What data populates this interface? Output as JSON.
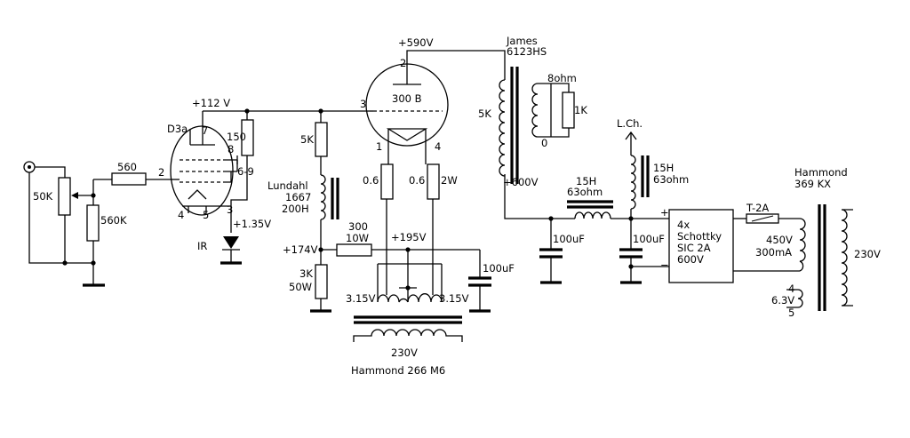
{
  "labels": {
    "v590": "+590V",
    "james": "James",
    "james_model": "6123HS",
    "ohm8": "8ohm",
    "k1": "1K",
    "zero": "0",
    "k5_ot": "5K",
    "v600": "+600V",
    "tube_300b": "300 B",
    "pin2": "2",
    "pin3": "3",
    "pin1": "1",
    "pin4": "4",
    "v112": "+112 V",
    "d3a": "D3a",
    "d3a_pin7": "7",
    "d3a_pin8": "8",
    "r150": "150",
    "d3a_pin69": "6-9",
    "d3a_pin2": "2",
    "d3a_pin4": "4",
    "d3a_pin5": "5",
    "d3a_pin3": "3",
    "v135": "+1.35V",
    "ir": "IR",
    "r560": "560",
    "pot50k": "50K",
    "r560k": "560K",
    "r5k": "5K",
    "lundahl": "Lundahl",
    "lundahl_model": "1667",
    "lundahl_h": "200H",
    "r300": "300",
    "r300_w": "10W",
    "v174": "+174V",
    "v195": "+195V",
    "r3k": "3K",
    "r3k_w": "50W",
    "r06a": "0.6",
    "r06b": "0.6",
    "w2": "2W",
    "c100_a": "100uF",
    "v315_l": "3.15V",
    "v315_r": "3.15V",
    "v230_fil": "230V",
    "hammond_266": "Hammond 266 M6",
    "c100_b": "100uF",
    "c100_c": "100uF",
    "choke1_h": "15H",
    "choke1_ohm": "63ohm",
    "lch": "L.Ch.",
    "choke2_h": "15H",
    "choke2_ohm": "63ohm",
    "rect_1": "4x",
    "rect_2": "Schottky",
    "rect_3": "SIC 2A",
    "rect_4": "600V",
    "plus": "+",
    "minus": "−",
    "fuse": "T-2A",
    "hammond": "Hammond",
    "hammond_model": "369 KX",
    "v450": "450V",
    "ma300": "300mA",
    "v230_main": "230V",
    "sec_pin4": "4",
    "v63": "6.3V",
    "sec_pin5": "5"
  }
}
